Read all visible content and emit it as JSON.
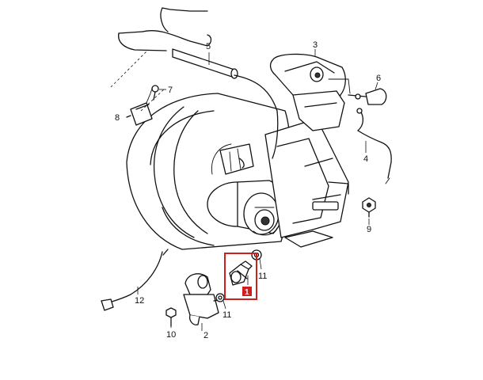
{
  "diagram": {
    "callouts": {
      "c1": "1",
      "c2": "2",
      "c3": "3",
      "c4": "4",
      "c5": "5",
      "c6": "6",
      "c7": "7",
      "c8": "8",
      "c9": "9",
      "c10": "10",
      "c11a": "11",
      "c11b": "11",
      "c12": "12"
    },
    "highlight_color": "#cc1f1f",
    "line_color": "#111111"
  }
}
